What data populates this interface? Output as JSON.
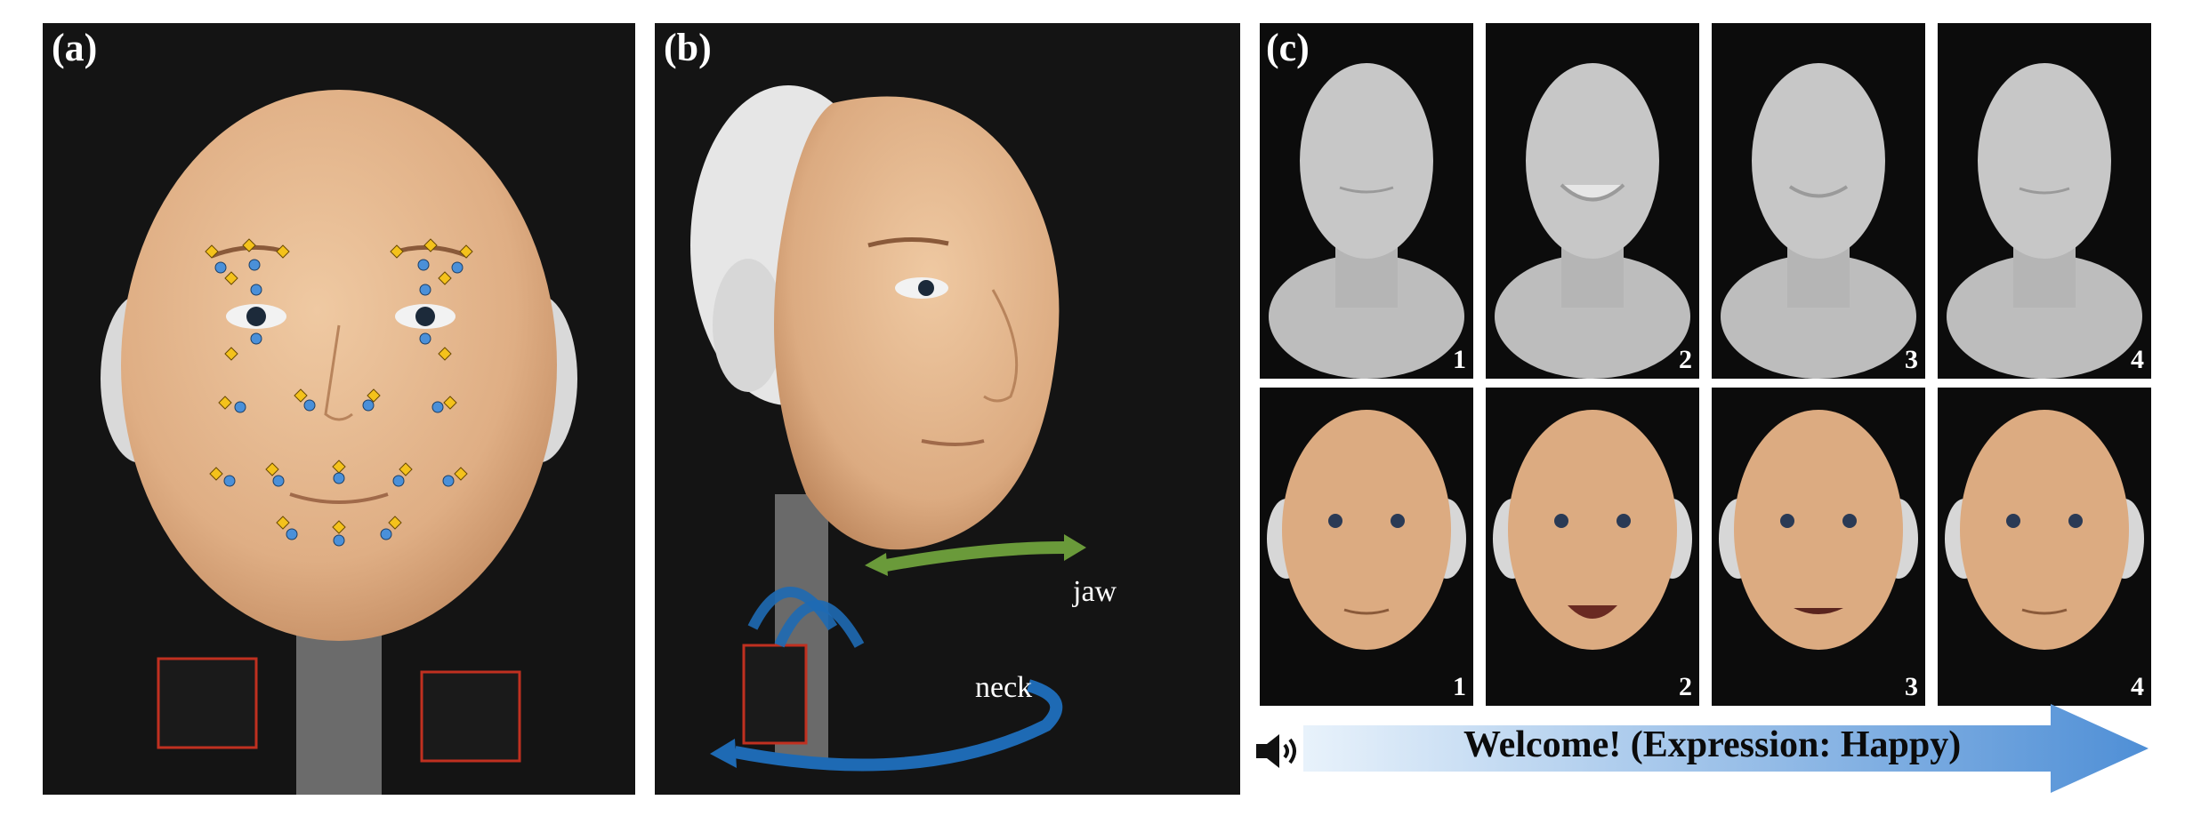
{
  "panels": {
    "a": {
      "label": "(a)"
    },
    "b": {
      "label": "(b)",
      "jaw_label": "jaw",
      "neck_label": "neck"
    },
    "c": {
      "label": "(c)",
      "top_row": [
        {
          "num": "1"
        },
        {
          "num": "2"
        },
        {
          "num": "3"
        },
        {
          "num": "4"
        }
      ],
      "bottom_row": [
        {
          "num": "1"
        },
        {
          "num": "2"
        },
        {
          "num": "3"
        },
        {
          "num": "4"
        }
      ]
    }
  },
  "caption": {
    "text": "Welcome! (Expression: Happy)",
    "icon": "speaker-icon"
  },
  "colors": {
    "skin": "#e2b48c",
    "render_gray": "#bdbdbd",
    "marker_yellow": "#f4c21b",
    "marker_blue": "#4a90d9",
    "jaw_arrow": "#6a9a3a",
    "neck_arrow": "#1e6ab4",
    "caption_arrow": "#4f8fd6"
  }
}
